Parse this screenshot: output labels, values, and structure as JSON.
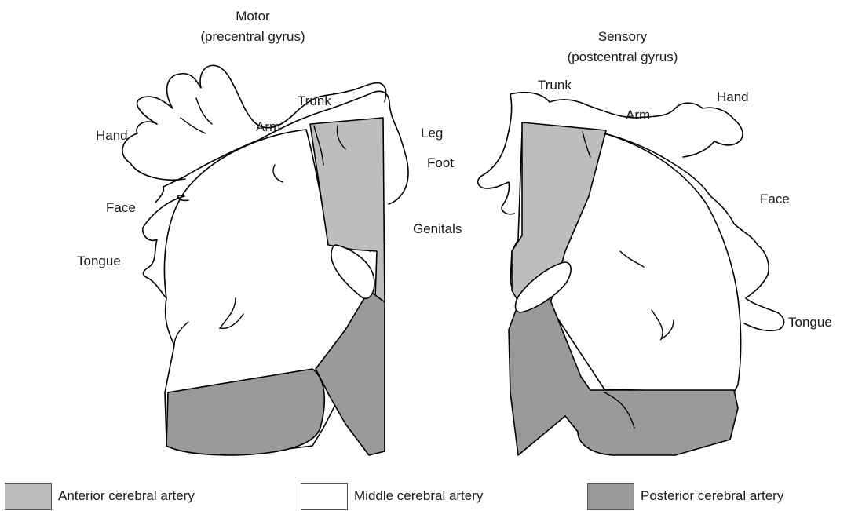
{
  "motor": {
    "title_line1": "Motor",
    "title_line2": "(precentral gyrus)",
    "labels": {
      "hand": "Hand",
      "arm": "Arm",
      "trunk": "Trunk",
      "leg": "Leg",
      "foot": "Foot",
      "genitals": "Genitals",
      "face": "Face",
      "tongue": "Tongue"
    }
  },
  "sensory": {
    "title_line1": "Sensory",
    "title_line2": "(postcentral gyrus)",
    "labels": {
      "trunk": "Trunk",
      "arm": "Arm",
      "hand": "Hand",
      "face": "Face",
      "tongue": "Tongue"
    }
  },
  "legend": [
    {
      "label": "Anterior cerebral artery",
      "color": "#bdbdbd"
    },
    {
      "label": "Middle cerebral artery",
      "color": "#ffffff"
    },
    {
      "label": "Posterior cerebral artery",
      "color": "#9a9a9a"
    }
  ]
}
